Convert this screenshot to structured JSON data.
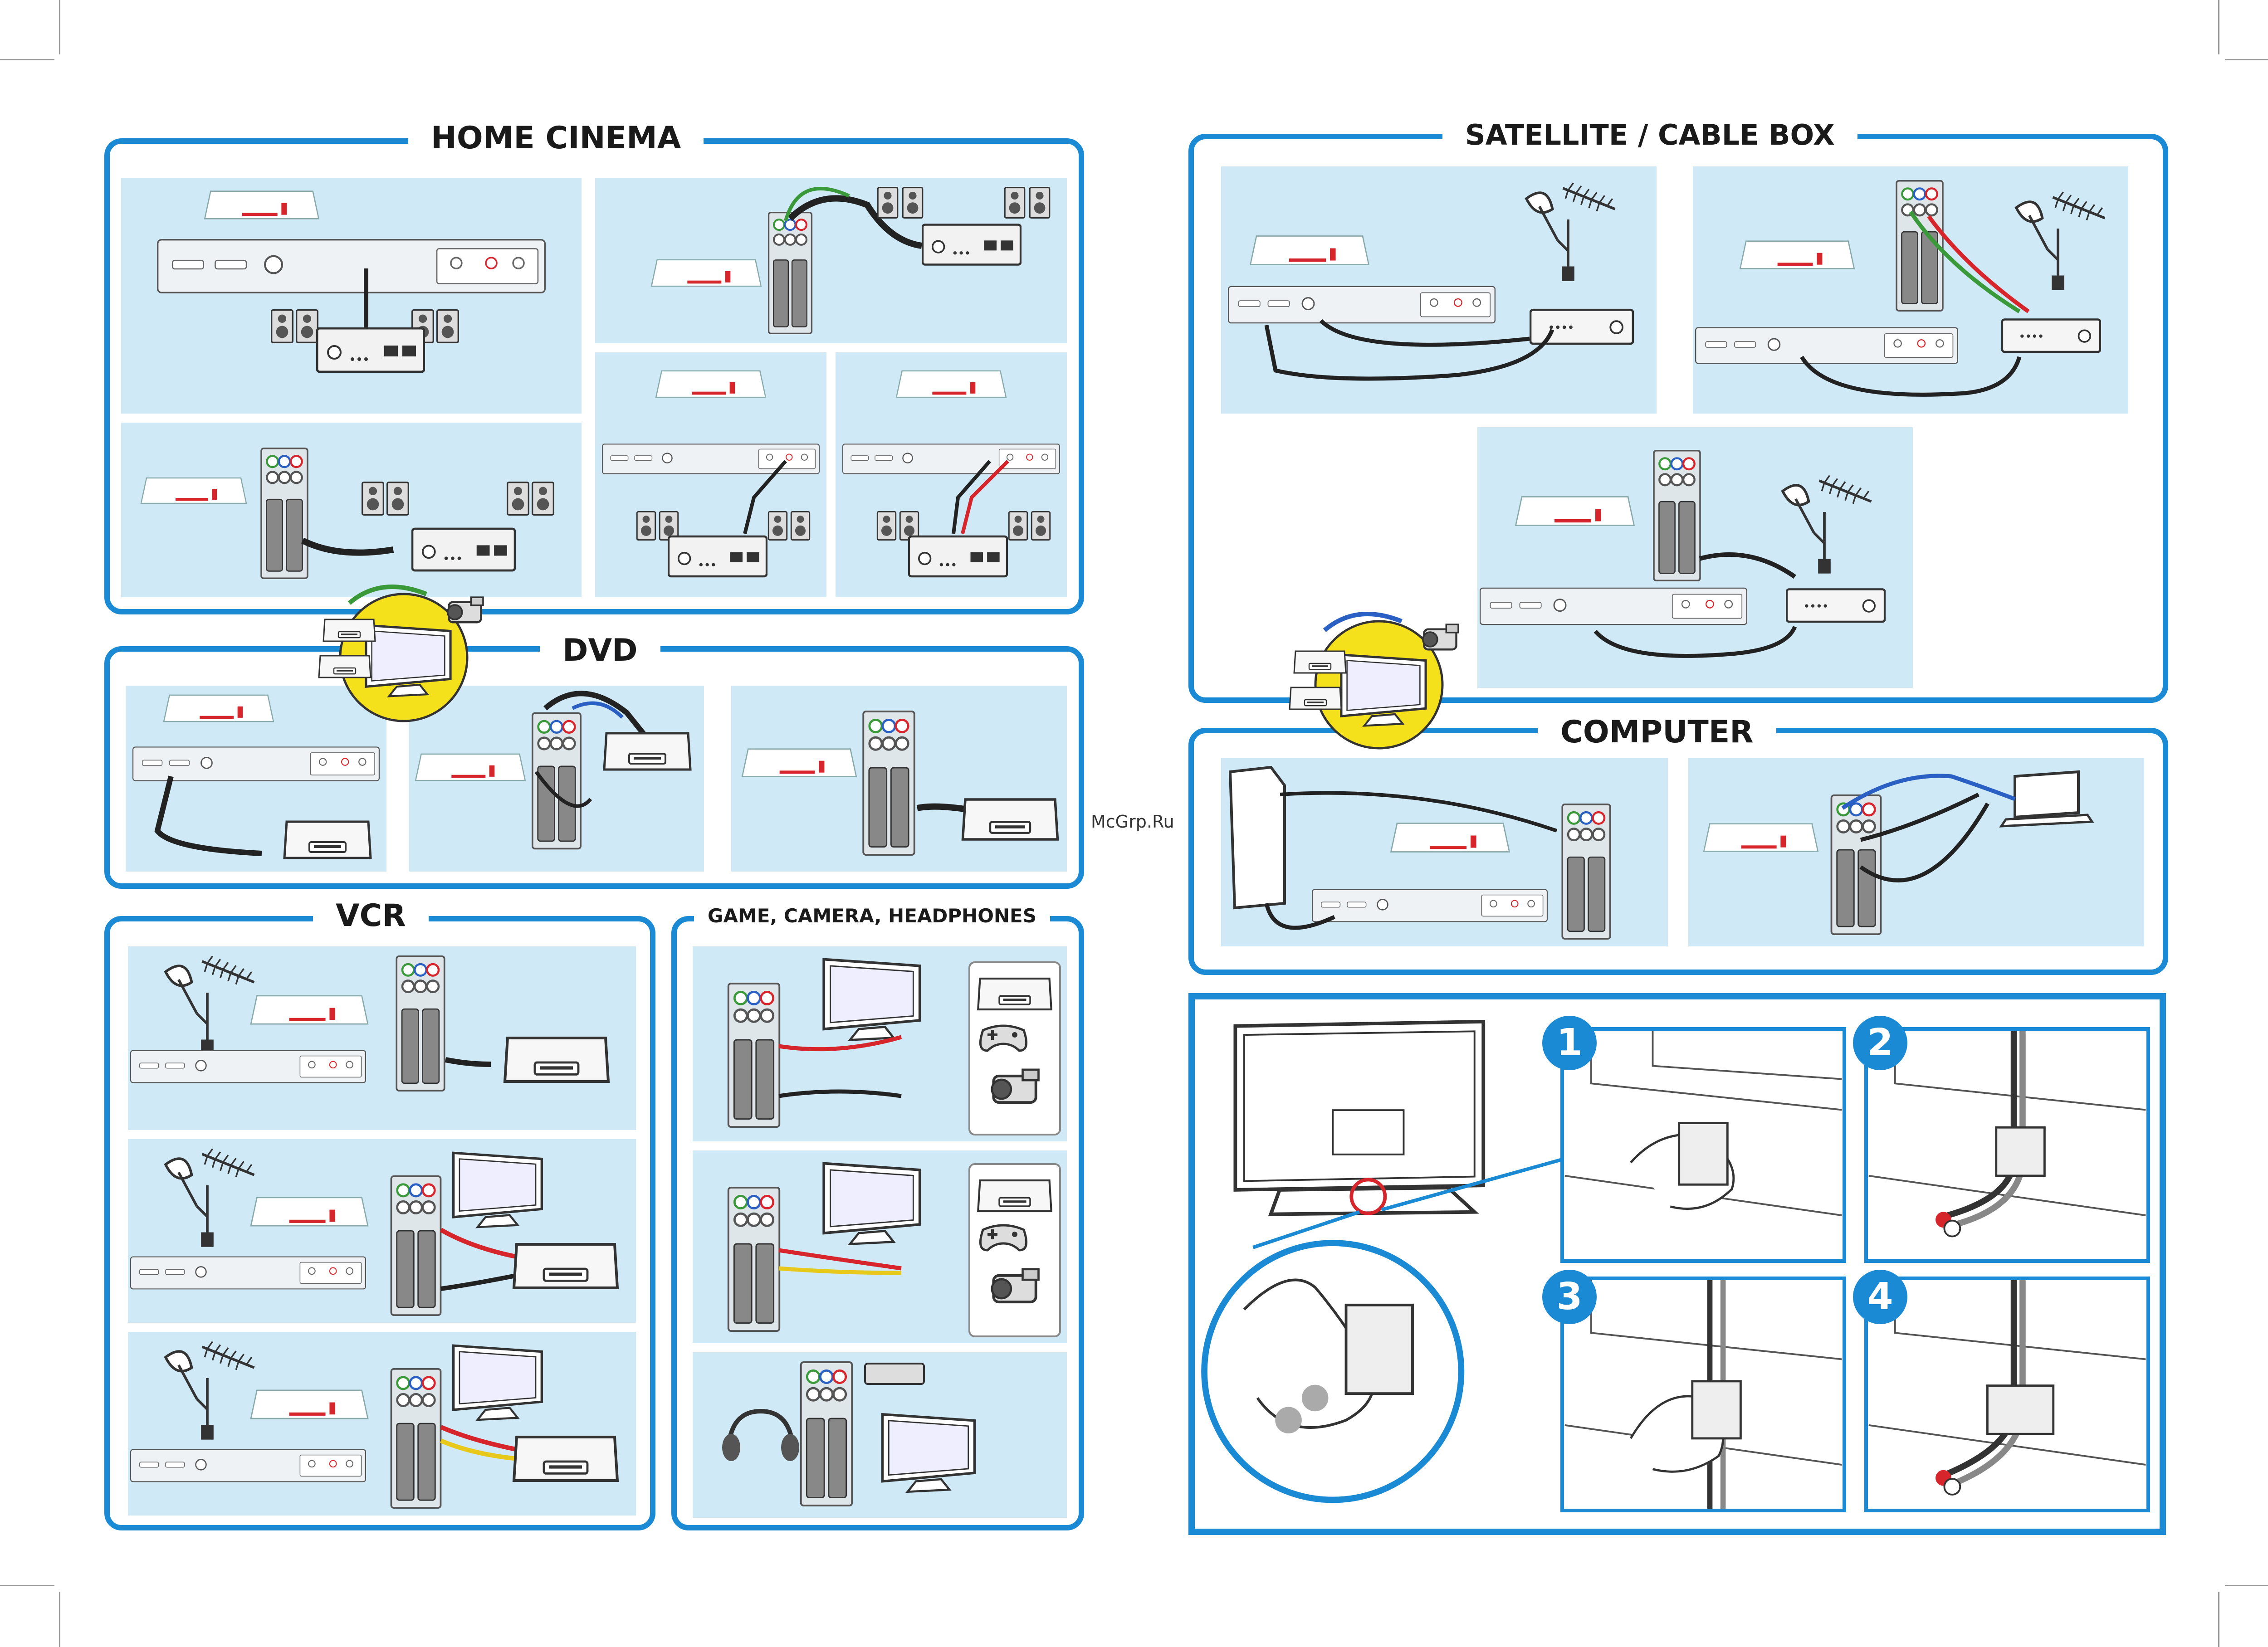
{
  "sections": {
    "home_cinema": "HOME CINEMA",
    "dvd": "DVD",
    "vcr": "VCR",
    "game_camera_headphones": "GAME, CAMERA, HEADPHONES",
    "satellite_cable_box": "SATELLITE / CABLE BOX",
    "computer": "COMPUTER"
  },
  "steps": [
    "1",
    "2",
    "3",
    "4"
  ],
  "watermark": "McGrp.Ru",
  "colors": {
    "frame": "#1a8ad4",
    "panel": "#cfe9f7",
    "accent_red": "#d7262b",
    "emblem": "#f5e11b"
  },
  "icons": [
    "tv-set-icon",
    "speaker-icon",
    "amplifier-icon",
    "satellite-dish-icon",
    "antenna-icon",
    "dvd-player-icon",
    "vcr-icon",
    "game-controller-icon",
    "camcorder-icon",
    "headphones-icon",
    "usb-stick-icon",
    "pc-tower-icon",
    "laptop-icon",
    "hand-icon"
  ]
}
